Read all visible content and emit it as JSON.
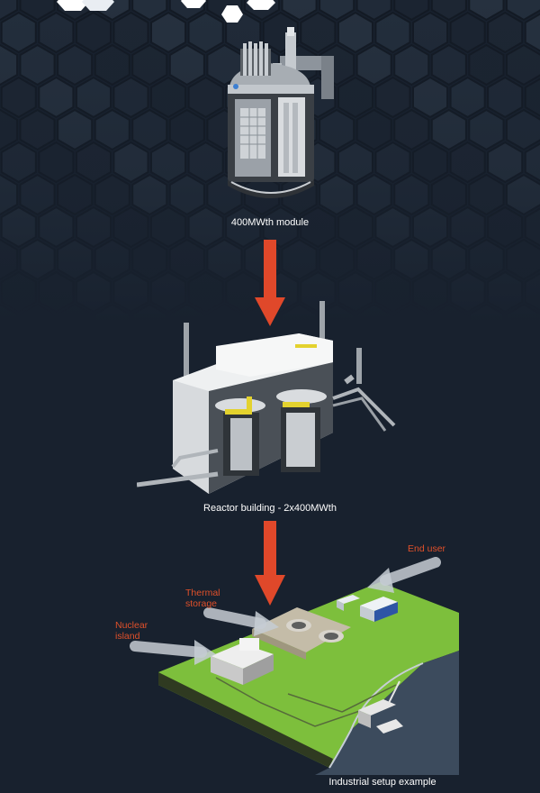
{
  "stages": [
    {
      "id": "module",
      "caption": "400MWth module"
    },
    {
      "id": "building",
      "caption": "Reactor building - 2x400MWth"
    },
    {
      "id": "site",
      "caption": "Industrial setup example"
    }
  ],
  "callouts": {
    "end_user": "End user",
    "thermal_storage": [
      "Thermal",
      "storage"
    ],
    "nuclear_island": [
      "Nuclear",
      "island"
    ]
  },
  "colors": {
    "background": "#18212e",
    "arrow": "#e0482a",
    "callout_text": "#e0502a",
    "ground": "#7dbf3c",
    "water": "#3c4b5d"
  }
}
